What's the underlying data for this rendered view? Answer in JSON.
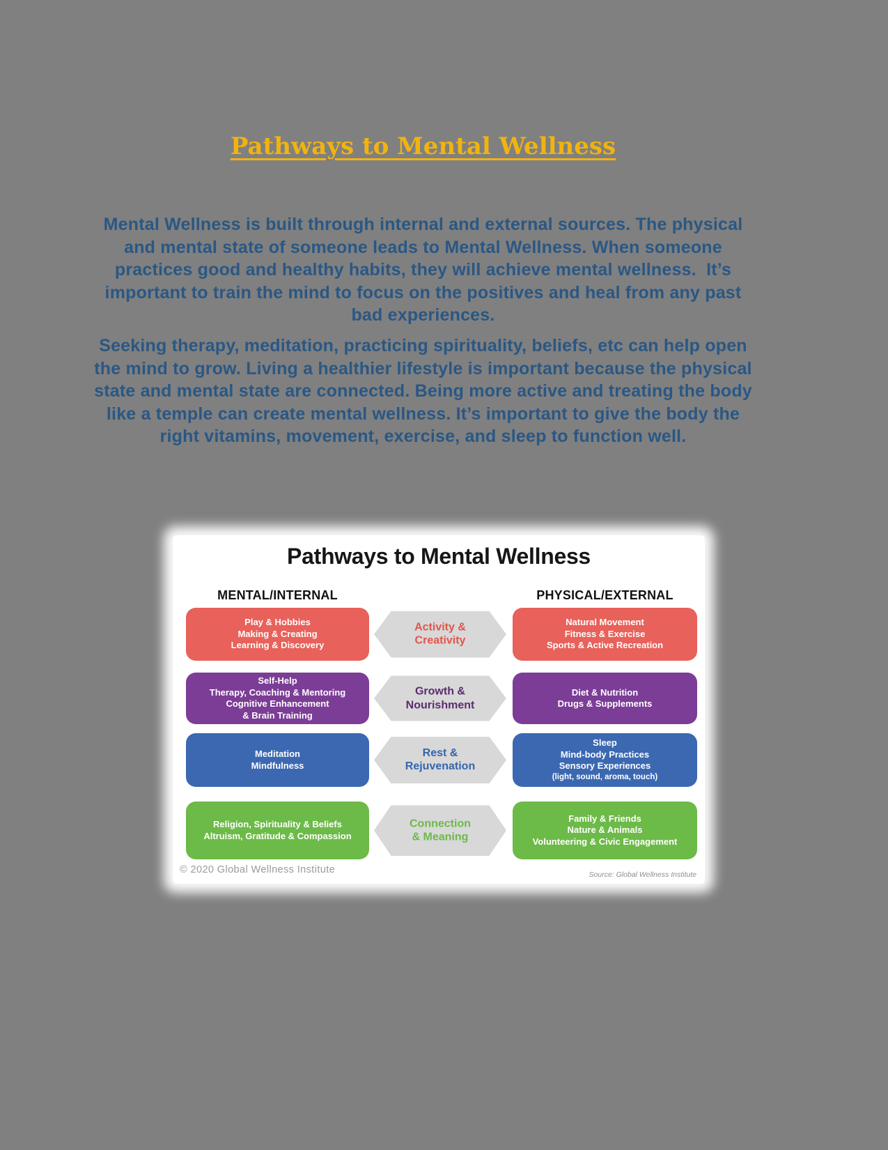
{
  "document": {
    "title": "Pathways to Mental Wellness",
    "paragraphs": [
      "Mental Wellness is built through internal and external sources. The physical and mental state of someone leads to Mental Wellness. When someone practices good and healthy habits, they will achieve mental wellness.  It’s important to train the mind to focus on the positives and heal from any past bad experiences.",
      "Seeking therapy, meditation, practicing spirituality, beliefs, etc can help open the mind to grow. Living a healthier lifestyle is important because the physical state and mental state are connected. Being more active and treating the body like a temple can create mental wellness. It’s important to give the body the right vitamins, movement, exercise, and sleep to function well."
    ]
  },
  "infographic": {
    "title": "Pathways to Mental Wellness",
    "left_header": "MENTAL/INTERNAL",
    "right_header": "PHYSICAL/EXTERNAL",
    "rows": [
      {
        "box_color": "#E8615A",
        "label_color": "#E2554B",
        "left": [
          "Play & Hobbies",
          "Making & Creating",
          "Learning & Discovery"
        ],
        "center": [
          "Activity &",
          "Creativity"
        ],
        "right": [
          "Natural Movement",
          "Fitness & Exercise",
          "Sports & Active Recreation"
        ]
      },
      {
        "box_color": "#7C3D96",
        "label_color": "#5A2C6E",
        "left": [
          "Self-Help",
          "Therapy, Coaching & Mentoring",
          "Cognitive Enhancement",
          "& Brain Training"
        ],
        "center": [
          "Growth &",
          "Nourishment"
        ],
        "right": [
          "Diet & Nutrition",
          "Drugs & Supplements"
        ]
      },
      {
        "box_color": "#3B68B1",
        "label_color": "#3465AE",
        "left": [
          "Meditation",
          "Mindfulness"
        ],
        "center": [
          "Rest &",
          "Rejuvenation"
        ],
        "right": [
          "Sleep",
          "Mind-body Practices",
          "Sensory Experiences",
          "(light, sound, aroma, touch)"
        ]
      },
      {
        "box_color": "#6CBA47",
        "label_color": "#6CBA47",
        "left": [
          "Religion, Spirituality & Beliefs",
          "Altruism, Gratitude & Compassion"
        ],
        "center": [
          "Connection",
          "& Meaning"
        ],
        "right": [
          "Family & Friends",
          "Nature & Animals",
          "Volunteering & Civic Engagement"
        ]
      }
    ],
    "copyright": "© 2020 Global Wellness Institute",
    "source": "Source: Global Wellness Institute"
  },
  "colors": {
    "page_background": "#808080",
    "title_gold": "#F1B30E",
    "body_text": "#2A5784",
    "infographic_bg": "#FFFFFF",
    "hexagon_gray": "#D8D8D8"
  }
}
